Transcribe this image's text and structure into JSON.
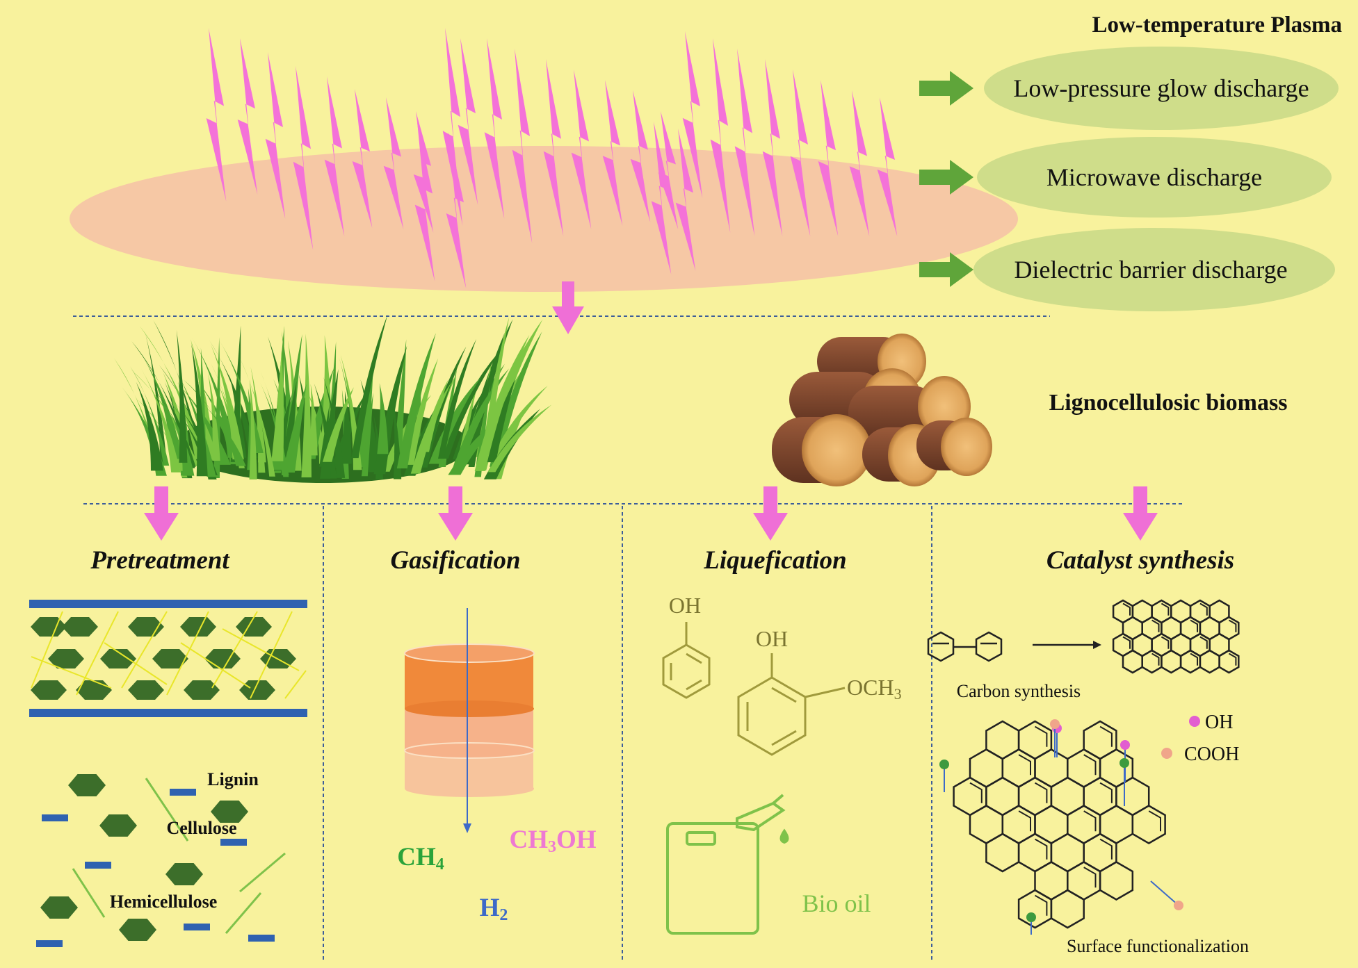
{
  "header": {
    "title": "Low-temperature  Plasma"
  },
  "discharge_types": [
    {
      "label": "Low-pressure glow discharge"
    },
    {
      "label": "Microwave discharge"
    },
    {
      "label": "Dielectric barrier discharge"
    }
  ],
  "biomass_label": "Lignocellulosic biomass",
  "sections": [
    {
      "title": "Pretreatment"
    },
    {
      "title": "Gasification"
    },
    {
      "title": "Liquefication"
    },
    {
      "title": "Catalyst synthesis"
    }
  ],
  "pretreatment": {
    "lignin": "Lignin",
    "cellulose": "Cellulose",
    "hemicellulose": "Hemicellulose"
  },
  "gasification": {
    "ch4": {
      "base": "CH",
      "sub": "4"
    },
    "ch3oh": {
      "base": "CH",
      "sub": "3",
      "tail": "OH"
    },
    "h2": {
      "base": "H",
      "sub": "2"
    }
  },
  "liquefication": {
    "phenol_oh": "OH",
    "guaiacol_oh": "OH",
    "guaiacol_och3": {
      "base": "OCH",
      "sub": "3"
    },
    "bio_oil": "Bio oil"
  },
  "catalyst": {
    "carbon_synthesis": "Carbon synthesis",
    "legend_oh": "OH",
    "legend_cooh": "COOH",
    "surface_functionalization": "Surface functionalization"
  },
  "colors": {
    "background": "#f8f29d",
    "lightning": "#f472d8",
    "plasma_disc": "#f6c8a5",
    "discharge_ellipse": "#cfdd8a",
    "green_arrow": "#5fa53a",
    "down_arrow": "#ef6fd6",
    "fiber_band": "#2f62b0",
    "cellulose_hex": "#3c6e2a",
    "ch4_text": "#2aa33a",
    "ch3oh_text": "#ee79d2",
    "h2_text": "#3d6ac8",
    "bio_oil_text": "#7fc24a",
    "oh_dot": "#e25ed0",
    "cooh_dot": "#f0a58a",
    "surface_dot": "#3d9a3f"
  }
}
